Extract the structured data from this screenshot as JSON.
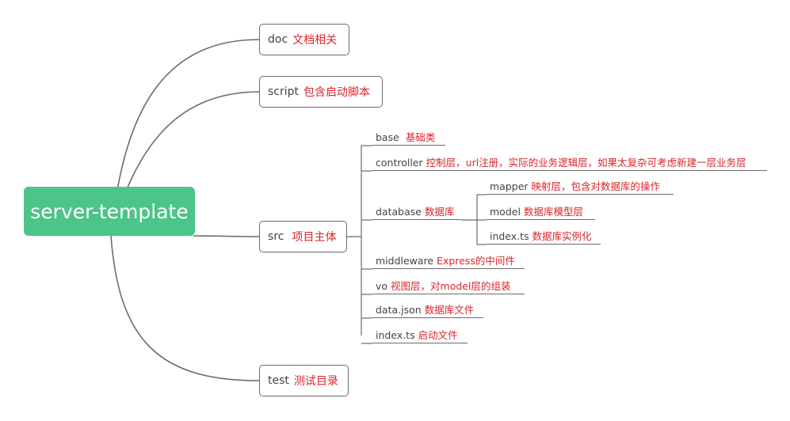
{
  "root": {
    "label": "server-template"
  },
  "branches": {
    "doc": {
      "name": "doc",
      "desc": "文档相关"
    },
    "script": {
      "name": "script",
      "desc": "包含启动脚本"
    },
    "src": {
      "name": "src",
      "desc": "项目主体"
    },
    "test": {
      "name": "test",
      "desc": "测试目录"
    }
  },
  "src_children": {
    "base": {
      "name": "base",
      "desc": "基础类"
    },
    "controller": {
      "name": "controller",
      "desc": "控制层，url注册，实际的业务逻辑层，如果太复杂可考虑新建一层业务层"
    },
    "database": {
      "name": "database",
      "desc": "数据库"
    },
    "middleware": {
      "name": "middleware",
      "desc": "Express的中间件"
    },
    "vo": {
      "name": "vo",
      "desc": "视图层，对model层的组装"
    },
    "datajson": {
      "name": "data.json",
      "desc": "数据库文件"
    },
    "indexts": {
      "name": "index.ts",
      "desc": "启动文件"
    }
  },
  "database_children": {
    "mapper": {
      "name": "mapper",
      "desc": "映射层，包含对数据库的操作"
    },
    "model": {
      "name": "model",
      "desc": "数据库模型层"
    },
    "indexts": {
      "name": "index.ts",
      "desc": "数据库实例化"
    }
  },
  "colors": {
    "root_bg": "#4cc48a",
    "desc_text": "#d9262c",
    "line": "#6b6b6b"
  }
}
